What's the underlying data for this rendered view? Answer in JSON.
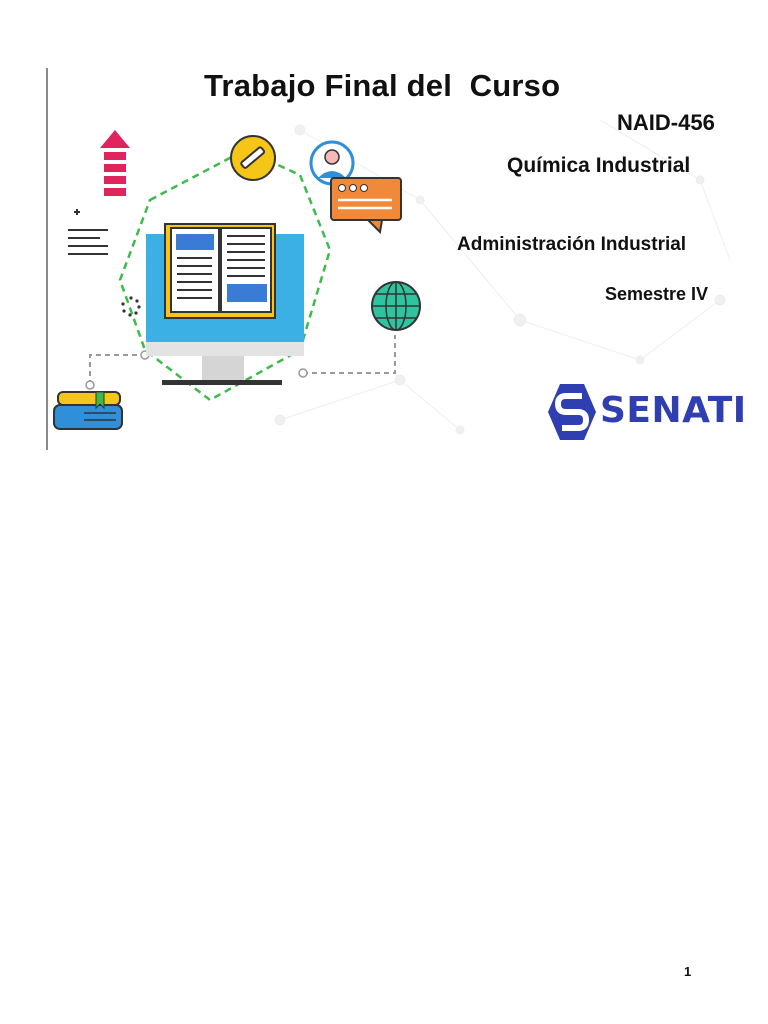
{
  "document": {
    "title": "Trabajo Final del  Curso",
    "course_code": "NAID-456",
    "course_name": "Química Industrial",
    "program": "Administración Industrial",
    "semester": "Semestre IV",
    "institution_logo_text": "SENATI",
    "page_number": "1"
  },
  "colors": {
    "logo_blue": "#2f3eb0",
    "dashed_green": "#3dbb4a",
    "screen_blue": "#3ab0e4",
    "book_yellow": "#f5c518",
    "arrow_pink": "#e0245e",
    "chat_orange": "#f08a3a",
    "globe_teal": "#2ec4a0"
  },
  "icons": [
    "upload-arrow-icon",
    "pen-icon",
    "user-icon",
    "chat-bubble-icon",
    "open-book-icon",
    "monitor-icon",
    "globe-icon",
    "books-stack-icon",
    "list-icon",
    "loading-icon"
  ]
}
